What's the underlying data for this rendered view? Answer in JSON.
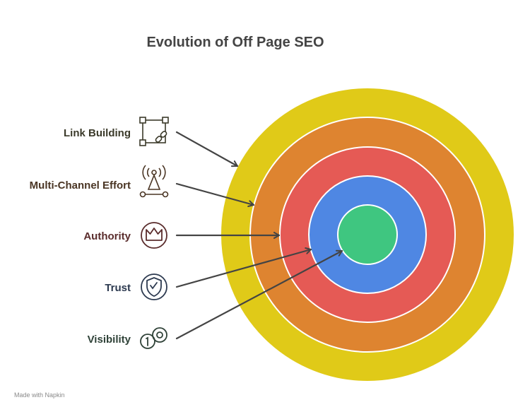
{
  "title": "Evolution of Off Page SEO",
  "layers": [
    {
      "label": "Link Building",
      "icon": "link-building-icon",
      "color": "#e0ca18",
      "label_color": "#3b3a2a"
    },
    {
      "label": "Multi-Channel Effort",
      "icon": "broadcast-antenna-icon",
      "color": "#de8430",
      "label_color": "#4a3524"
    },
    {
      "label": "Authority",
      "icon": "crown-icon",
      "color": "#e55a55",
      "label_color": "#5a2c2c"
    },
    {
      "label": "Trust",
      "icon": "shield-icon",
      "color": "#4f87e3",
      "label_color": "#2d3a50"
    },
    {
      "label": "Visibility",
      "icon": "coins-icon",
      "color": "#3fc680",
      "label_color": "#2f4238"
    }
  ],
  "footer": "Made with Napkin"
}
